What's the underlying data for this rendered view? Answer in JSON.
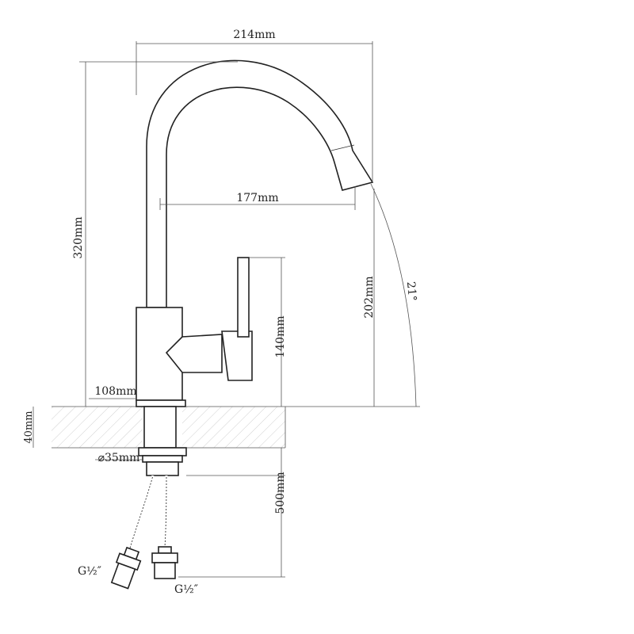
{
  "dimensions": {
    "total_width": "214mm",
    "spout_reach": "177mm",
    "total_height": "320mm",
    "spout_height": "202mm",
    "handle_height": "140mm",
    "body_width": "108mm",
    "counter_thickness": "40mm",
    "hole_diameter": "⌀35mm",
    "hose_length": "500mm",
    "swivel_angle": "21°",
    "connector_left": "G½″",
    "connector_right": "G½″"
  }
}
